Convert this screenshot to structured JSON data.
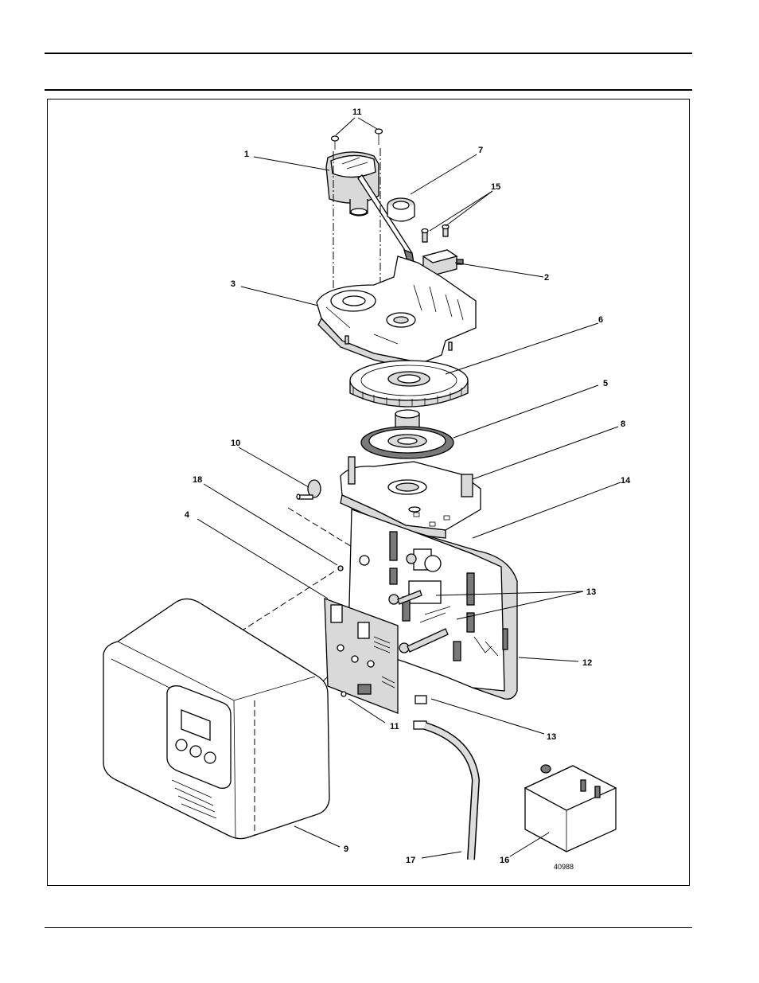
{
  "figure": {
    "figure_number": "40988",
    "callouts": [
      {
        "id": "c1",
        "text": "1"
      },
      {
        "id": "c2",
        "text": "2"
      },
      {
        "id": "c3",
        "text": "3"
      },
      {
        "id": "c4",
        "text": "4"
      },
      {
        "id": "c5",
        "text": "5"
      },
      {
        "id": "c6",
        "text": "6"
      },
      {
        "id": "c7",
        "text": "7"
      },
      {
        "id": "c8",
        "text": "8"
      },
      {
        "id": "c9",
        "text": "9"
      },
      {
        "id": "c10",
        "text": "10"
      },
      {
        "id": "c11a",
        "text": "11"
      },
      {
        "id": "c11b",
        "text": "11"
      },
      {
        "id": "c12",
        "text": "12"
      },
      {
        "id": "c13a",
        "text": "13"
      },
      {
        "id": "c13b",
        "text": "13"
      },
      {
        "id": "c14",
        "text": "14"
      },
      {
        "id": "c15",
        "text": "15"
      },
      {
        "id": "c16",
        "text": "16"
      },
      {
        "id": "c17",
        "text": "17"
      },
      {
        "id": "c18",
        "text": "18"
      }
    ]
  }
}
